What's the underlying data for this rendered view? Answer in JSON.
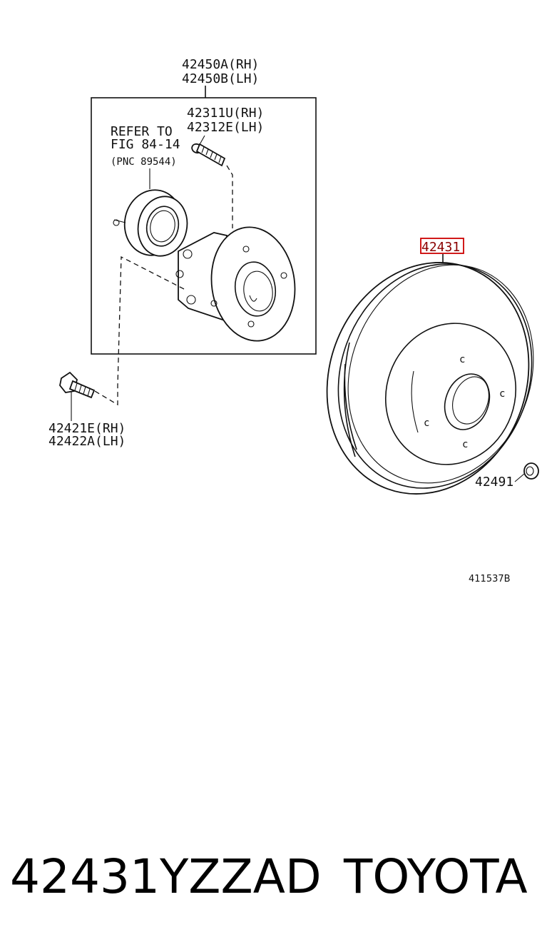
{
  "labels": {
    "hub_assy_rh": "42450A(RH)",
    "hub_assy_lh": "42450B(LH)",
    "bolt_rh": "42311U(RH)",
    "bolt_lh": "42312E(LH)",
    "refer_line1": "REFER TO",
    "refer_line2": "FIG 84-14",
    "refer_pnc": "(PNC 89544)",
    "hub_bolt_rh": "42421E(RH)",
    "hub_bolt_lh": "42422A(LH)",
    "disc": "42431",
    "plug": "42491",
    "figure_ref": "411537B"
  },
  "footer": {
    "part_number": "42431YZZAD",
    "brand": "TOYOTA"
  },
  "colors": {
    "highlight": "#cc0000",
    "line": "#111111"
  }
}
